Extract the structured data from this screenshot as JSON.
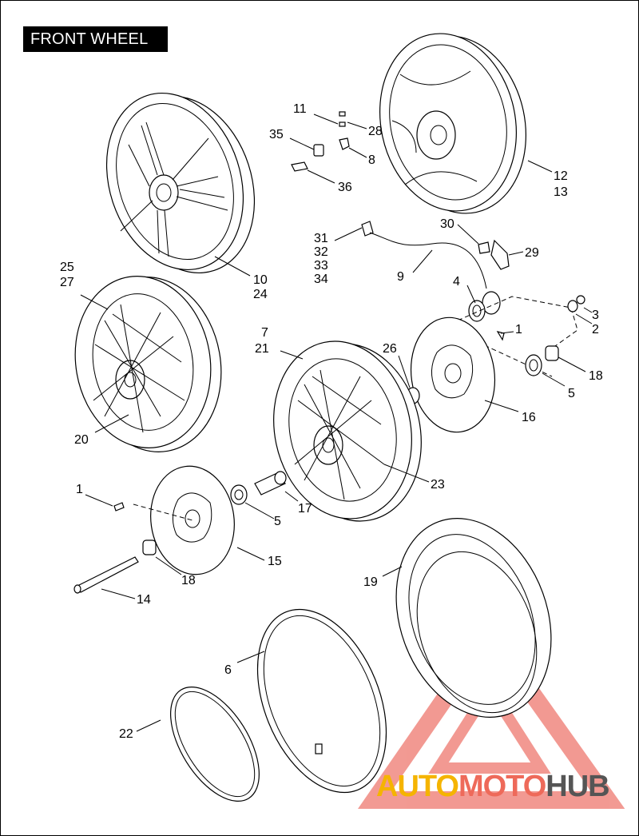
{
  "title": "FRONT WHEEL",
  "logo": {
    "part1": "AUTO",
    "part2": "MOTO",
    "part3": "HUB"
  },
  "callouts": {
    "c1a": "1",
    "c1b": "1",
    "c2": "2",
    "c3": "3",
    "c4": "4",
    "c5a": "5",
    "c5b": "5",
    "c6": "6",
    "c7": "7",
    "c8": "8",
    "c9": "9",
    "c10": "10",
    "c11": "11",
    "c12": "12",
    "c13": "13",
    "c14": "14",
    "c15": "15",
    "c16": "16",
    "c17": "17",
    "c18a": "18",
    "c18b": "18",
    "c19": "19",
    "c20": "20",
    "c21": "21",
    "c22": "22",
    "c23": "23",
    "c24": "24",
    "c25": "25",
    "c26": "26",
    "c27": "27",
    "c28": "28",
    "c29": "29",
    "c30": "30",
    "c31": "31",
    "c32": "32",
    "c33": "33",
    "c34": "34",
    "c35": "35",
    "c36": "36"
  },
  "colors": {
    "logo_red": "#e8473a",
    "logo_yellow": "#f5b400",
    "logo_gray": "#555555"
  }
}
